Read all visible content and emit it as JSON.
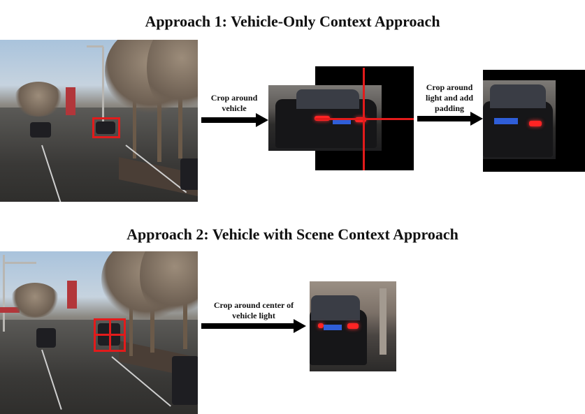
{
  "approach1": {
    "title": "Approach 1: Vehicle-Only Context Approach",
    "step1_label": "Crop around vehicle",
    "step2_label": "Crop around light and add padding"
  },
  "approach2": {
    "title": "Approach 2: Vehicle with Scene Context Approach",
    "step1_label": "Crop around center of vehicle light"
  },
  "colors": {
    "highlight": "#e21b1b",
    "arrow": "#000000",
    "padding": "#000000"
  }
}
